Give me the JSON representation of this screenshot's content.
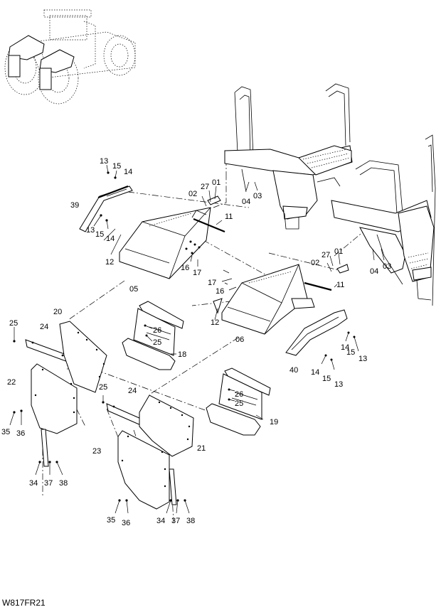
{
  "figure_code": "W817FR21",
  "callouts": [
    "13",
    "15",
    "14",
    "39",
    "13",
    "15",
    "14",
    "12",
    "02",
    "27",
    "01",
    "11",
    "05",
    "16",
    "17",
    "04",
    "03",
    "17",
    "16",
    "12",
    "02",
    "27",
    "01",
    "11",
    "04",
    "03",
    "06",
    "25",
    "20",
    "24",
    "26",
    "25",
    "18",
    "14",
    "15",
    "13",
    "40",
    "14",
    "15",
    "13",
    "22",
    "25",
    "35",
    "36",
    "34",
    "37",
    "38",
    "24",
    "26",
    "25",
    "19",
    "21",
    "23",
    "35",
    "36",
    "34",
    "37",
    "38"
  ]
}
